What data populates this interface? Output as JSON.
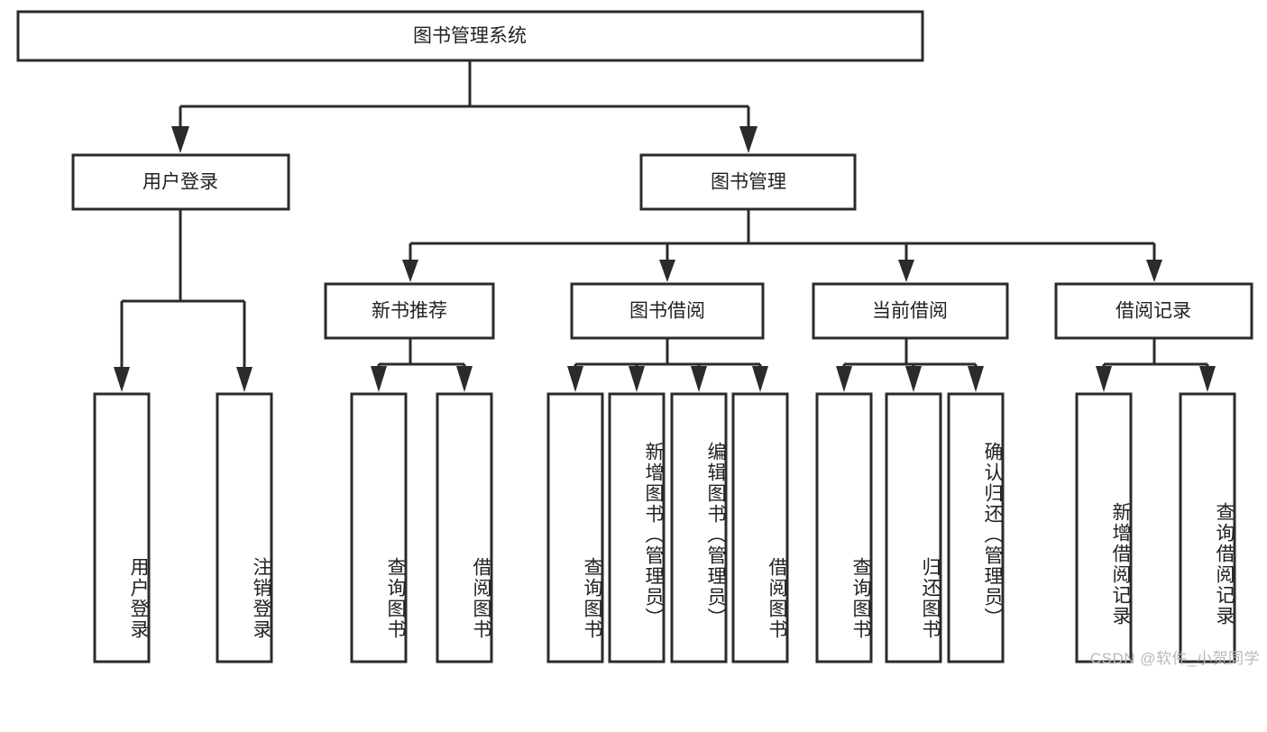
{
  "diagram": {
    "title_node": {
      "label": "图书管理系统"
    },
    "level2": [
      {
        "id": "user-login",
        "label": "用户登录"
      },
      {
        "id": "book-management",
        "label": "图书管理"
      }
    ],
    "level3": [
      {
        "id": "new-book-recommend",
        "label": "新书推荐",
        "parent": "book-management"
      },
      {
        "id": "book-borrow",
        "label": "图书借阅",
        "parent": "book-management"
      },
      {
        "id": "current-borrow",
        "label": "当前借阅",
        "parent": "book-management"
      },
      {
        "id": "borrow-record",
        "label": "借阅记录",
        "parent": "book-management"
      }
    ],
    "leaves": [
      {
        "id": "leaf-user-login",
        "label": "用户登录",
        "parent": "user-login"
      },
      {
        "id": "leaf-logout-login",
        "label": "注销登录",
        "parent": "user-login"
      },
      {
        "id": "leaf-query-book-1",
        "label": "查询图书",
        "parent": "new-book-recommend"
      },
      {
        "id": "leaf-borrow-book-1",
        "label": "借阅图书",
        "parent": "new-book-recommend"
      },
      {
        "id": "leaf-query-book-2",
        "label": "查询图书",
        "parent": "book-borrow"
      },
      {
        "id": "leaf-add-book",
        "label": "新增图书（管理员）",
        "parent": "book-borrow"
      },
      {
        "id": "leaf-edit-book",
        "label": "编辑图书（管理员）",
        "parent": "book-borrow"
      },
      {
        "id": "leaf-borrow-book-2",
        "label": "借阅图书",
        "parent": "book-borrow"
      },
      {
        "id": "leaf-query-book-3",
        "label": "查询图书",
        "parent": "current-borrow"
      },
      {
        "id": "leaf-return-book",
        "label": "归还图书",
        "parent": "current-borrow"
      },
      {
        "id": "leaf-confirm-return",
        "label": "确认归还（管理员）",
        "parent": "current-borrow"
      },
      {
        "id": "leaf-add-borrow-record",
        "label": "新增借阅记录",
        "parent": "borrow-record"
      },
      {
        "id": "leaf-query-borrow-record",
        "label": "查询借阅记录",
        "parent": "borrow-record"
      }
    ],
    "watermark": "CSDN @软件_小贺同学",
    "colors": {
      "background": "#ffffff",
      "node_fill": "#ffffff",
      "node_stroke": "#2b2b2b",
      "text": "#222222",
      "watermark": "#b9b9b9"
    }
  }
}
